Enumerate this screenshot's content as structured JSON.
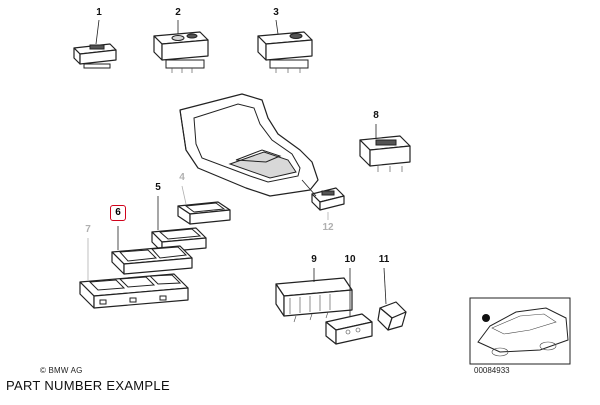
{
  "callouts": [
    {
      "id": "1",
      "style": "black"
    },
    {
      "id": "2",
      "style": "black"
    },
    {
      "id": "3",
      "style": "black"
    },
    {
      "id": "4",
      "style": "grey"
    },
    {
      "id": "5",
      "style": "black"
    },
    {
      "id": "6",
      "style": "boxed"
    },
    {
      "id": "7",
      "style": "grey"
    },
    {
      "id": "8",
      "style": "black"
    },
    {
      "id": "9",
      "style": "black"
    },
    {
      "id": "10",
      "style": "black"
    },
    {
      "id": "11",
      "style": "black"
    },
    {
      "id": "12",
      "style": "grey"
    }
  ],
  "copyright": "© BMW AG",
  "drawing_number": "00084933",
  "caption": "PART NUMBER EXAMPLE",
  "colors": {
    "highlight_box": "#d0021b",
    "grey_callout": "#b0b0b0",
    "line": "#222222"
  }
}
